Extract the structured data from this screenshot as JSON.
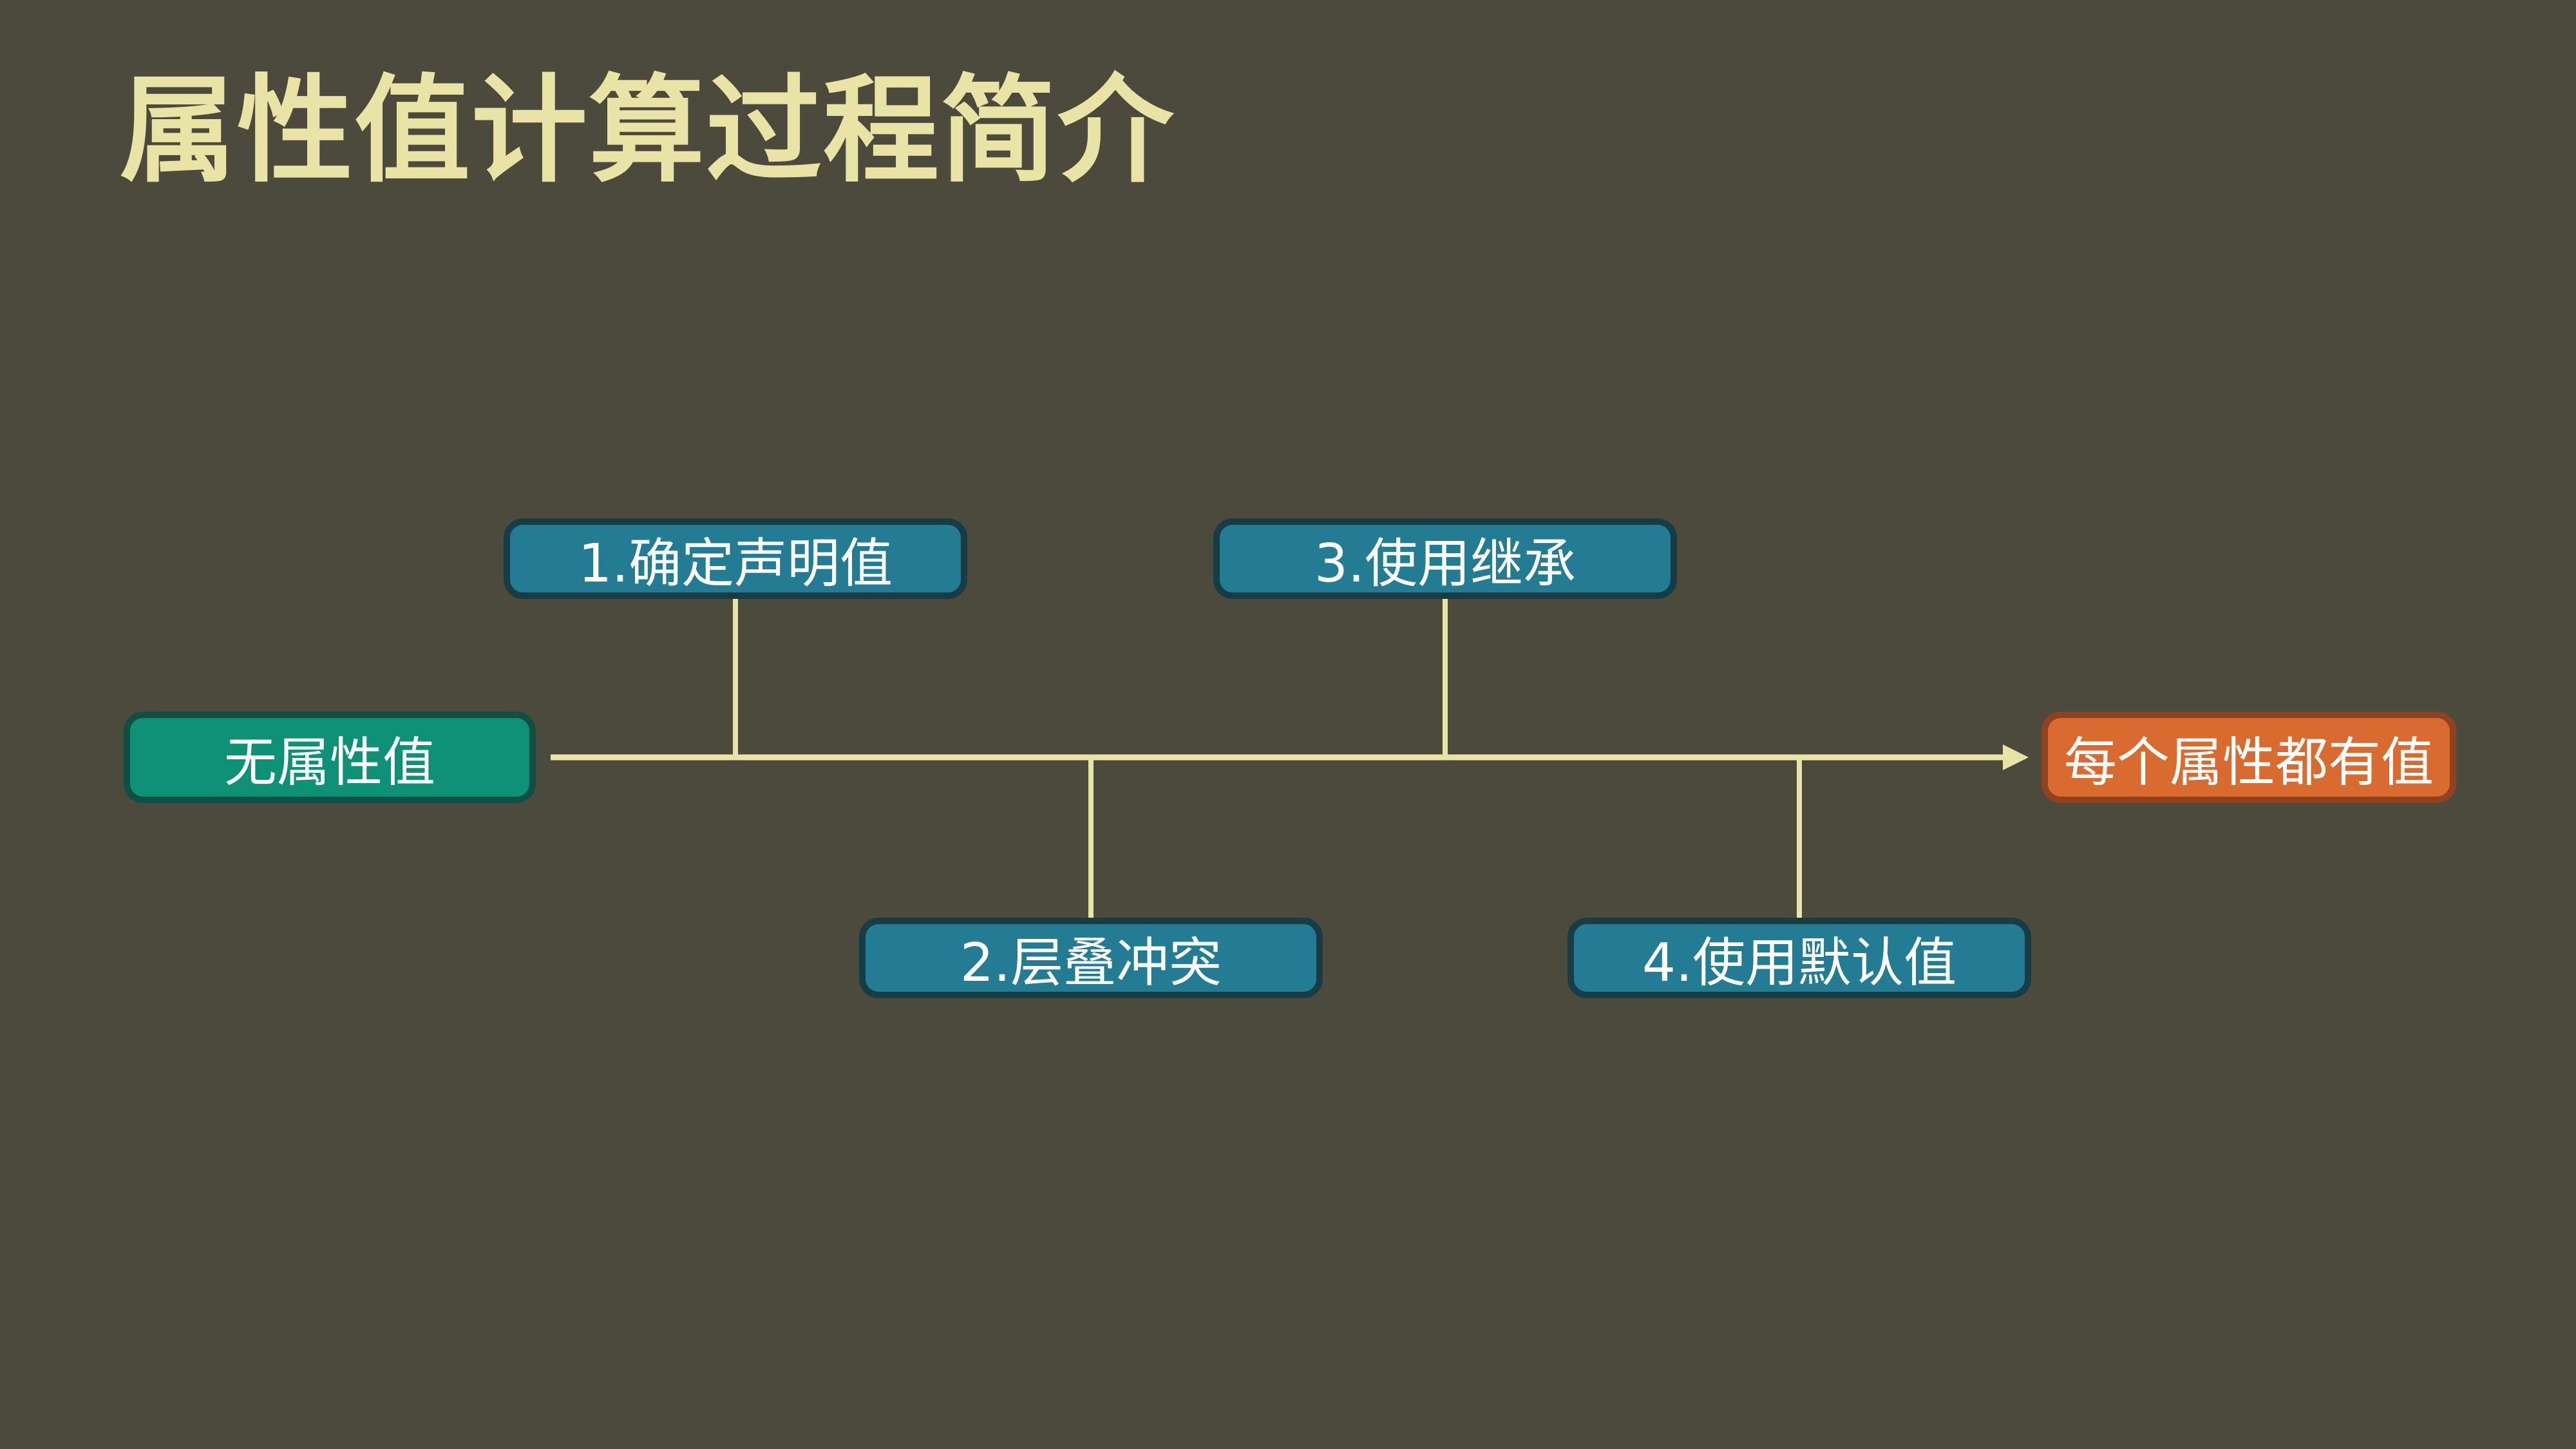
{
  "slide": {
    "title": "属性值计算过程简介"
  },
  "diagram": {
    "start": {
      "label": "无属性值",
      "color": "#0f9177"
    },
    "end": {
      "label": "每个属性都有值",
      "color": "#d96a30"
    },
    "steps": [
      {
        "label": "1.确定声明值"
      },
      {
        "label": "2.层叠冲突"
      },
      {
        "label": "3.使用继承"
      },
      {
        "label": "4.使用默认值"
      }
    ],
    "step_color": "#237c94",
    "line_color": "#e9e3a6"
  }
}
